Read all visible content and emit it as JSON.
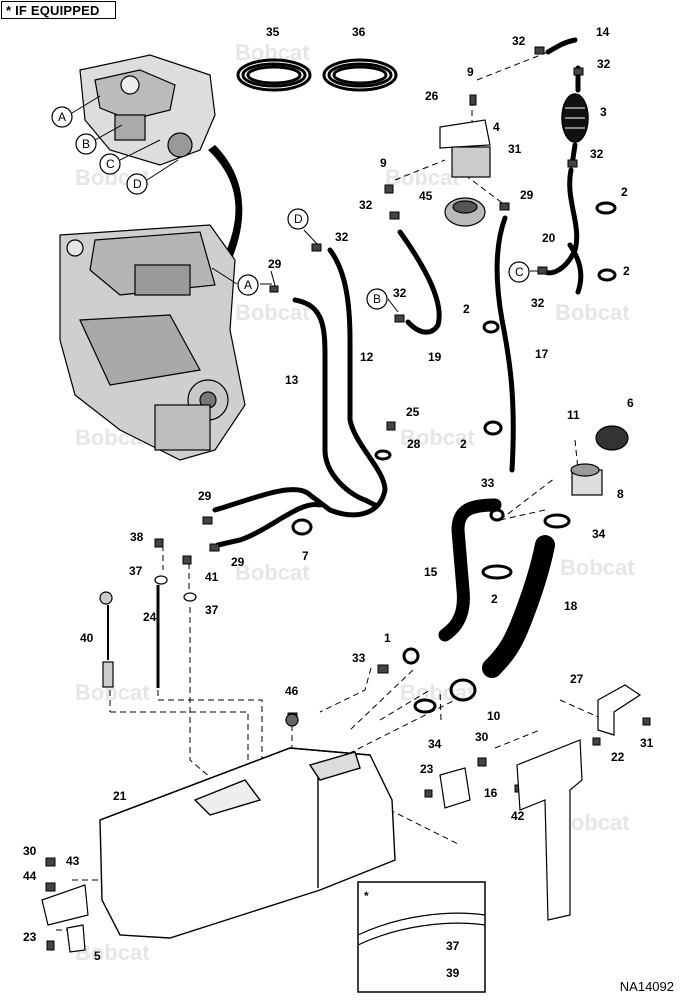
{
  "header": {
    "label": "IF EQUIPPED",
    "symbol": "*"
  },
  "drawing_id": "NA14092",
  "inset": {
    "symbol": "*"
  },
  "watermark": "Bobcat",
  "reference_markers": [
    "A",
    "B",
    "C",
    "D"
  ],
  "callouts": {
    "c1": "1",
    "c2": "2",
    "c3": "3",
    "c4": "4",
    "c5": "5",
    "c6": "6",
    "c7": "7",
    "c8": "8",
    "c9": "9",
    "c10": "10",
    "c11": "11",
    "c12": "12",
    "c13": "13",
    "c14": "14",
    "c15": "15",
    "c16": "16",
    "c17": "17",
    "c18": "18",
    "c19": "19",
    "c20": "20",
    "c21": "21",
    "c22": "22",
    "c23": "23",
    "c24": "24",
    "c25": "25",
    "c26": "26",
    "c27": "27",
    "c28": "28",
    "c29": "29",
    "c30": "30",
    "c31": "31",
    "c32": "32",
    "c33": "33",
    "c34": "34",
    "c35": "35",
    "c36": "36",
    "c37": "37",
    "c38": "38",
    "c39": "39",
    "c40": "40",
    "c41": "41",
    "c42": "42",
    "c43": "43",
    "c44": "44",
    "c45": "45",
    "c46": "46"
  }
}
